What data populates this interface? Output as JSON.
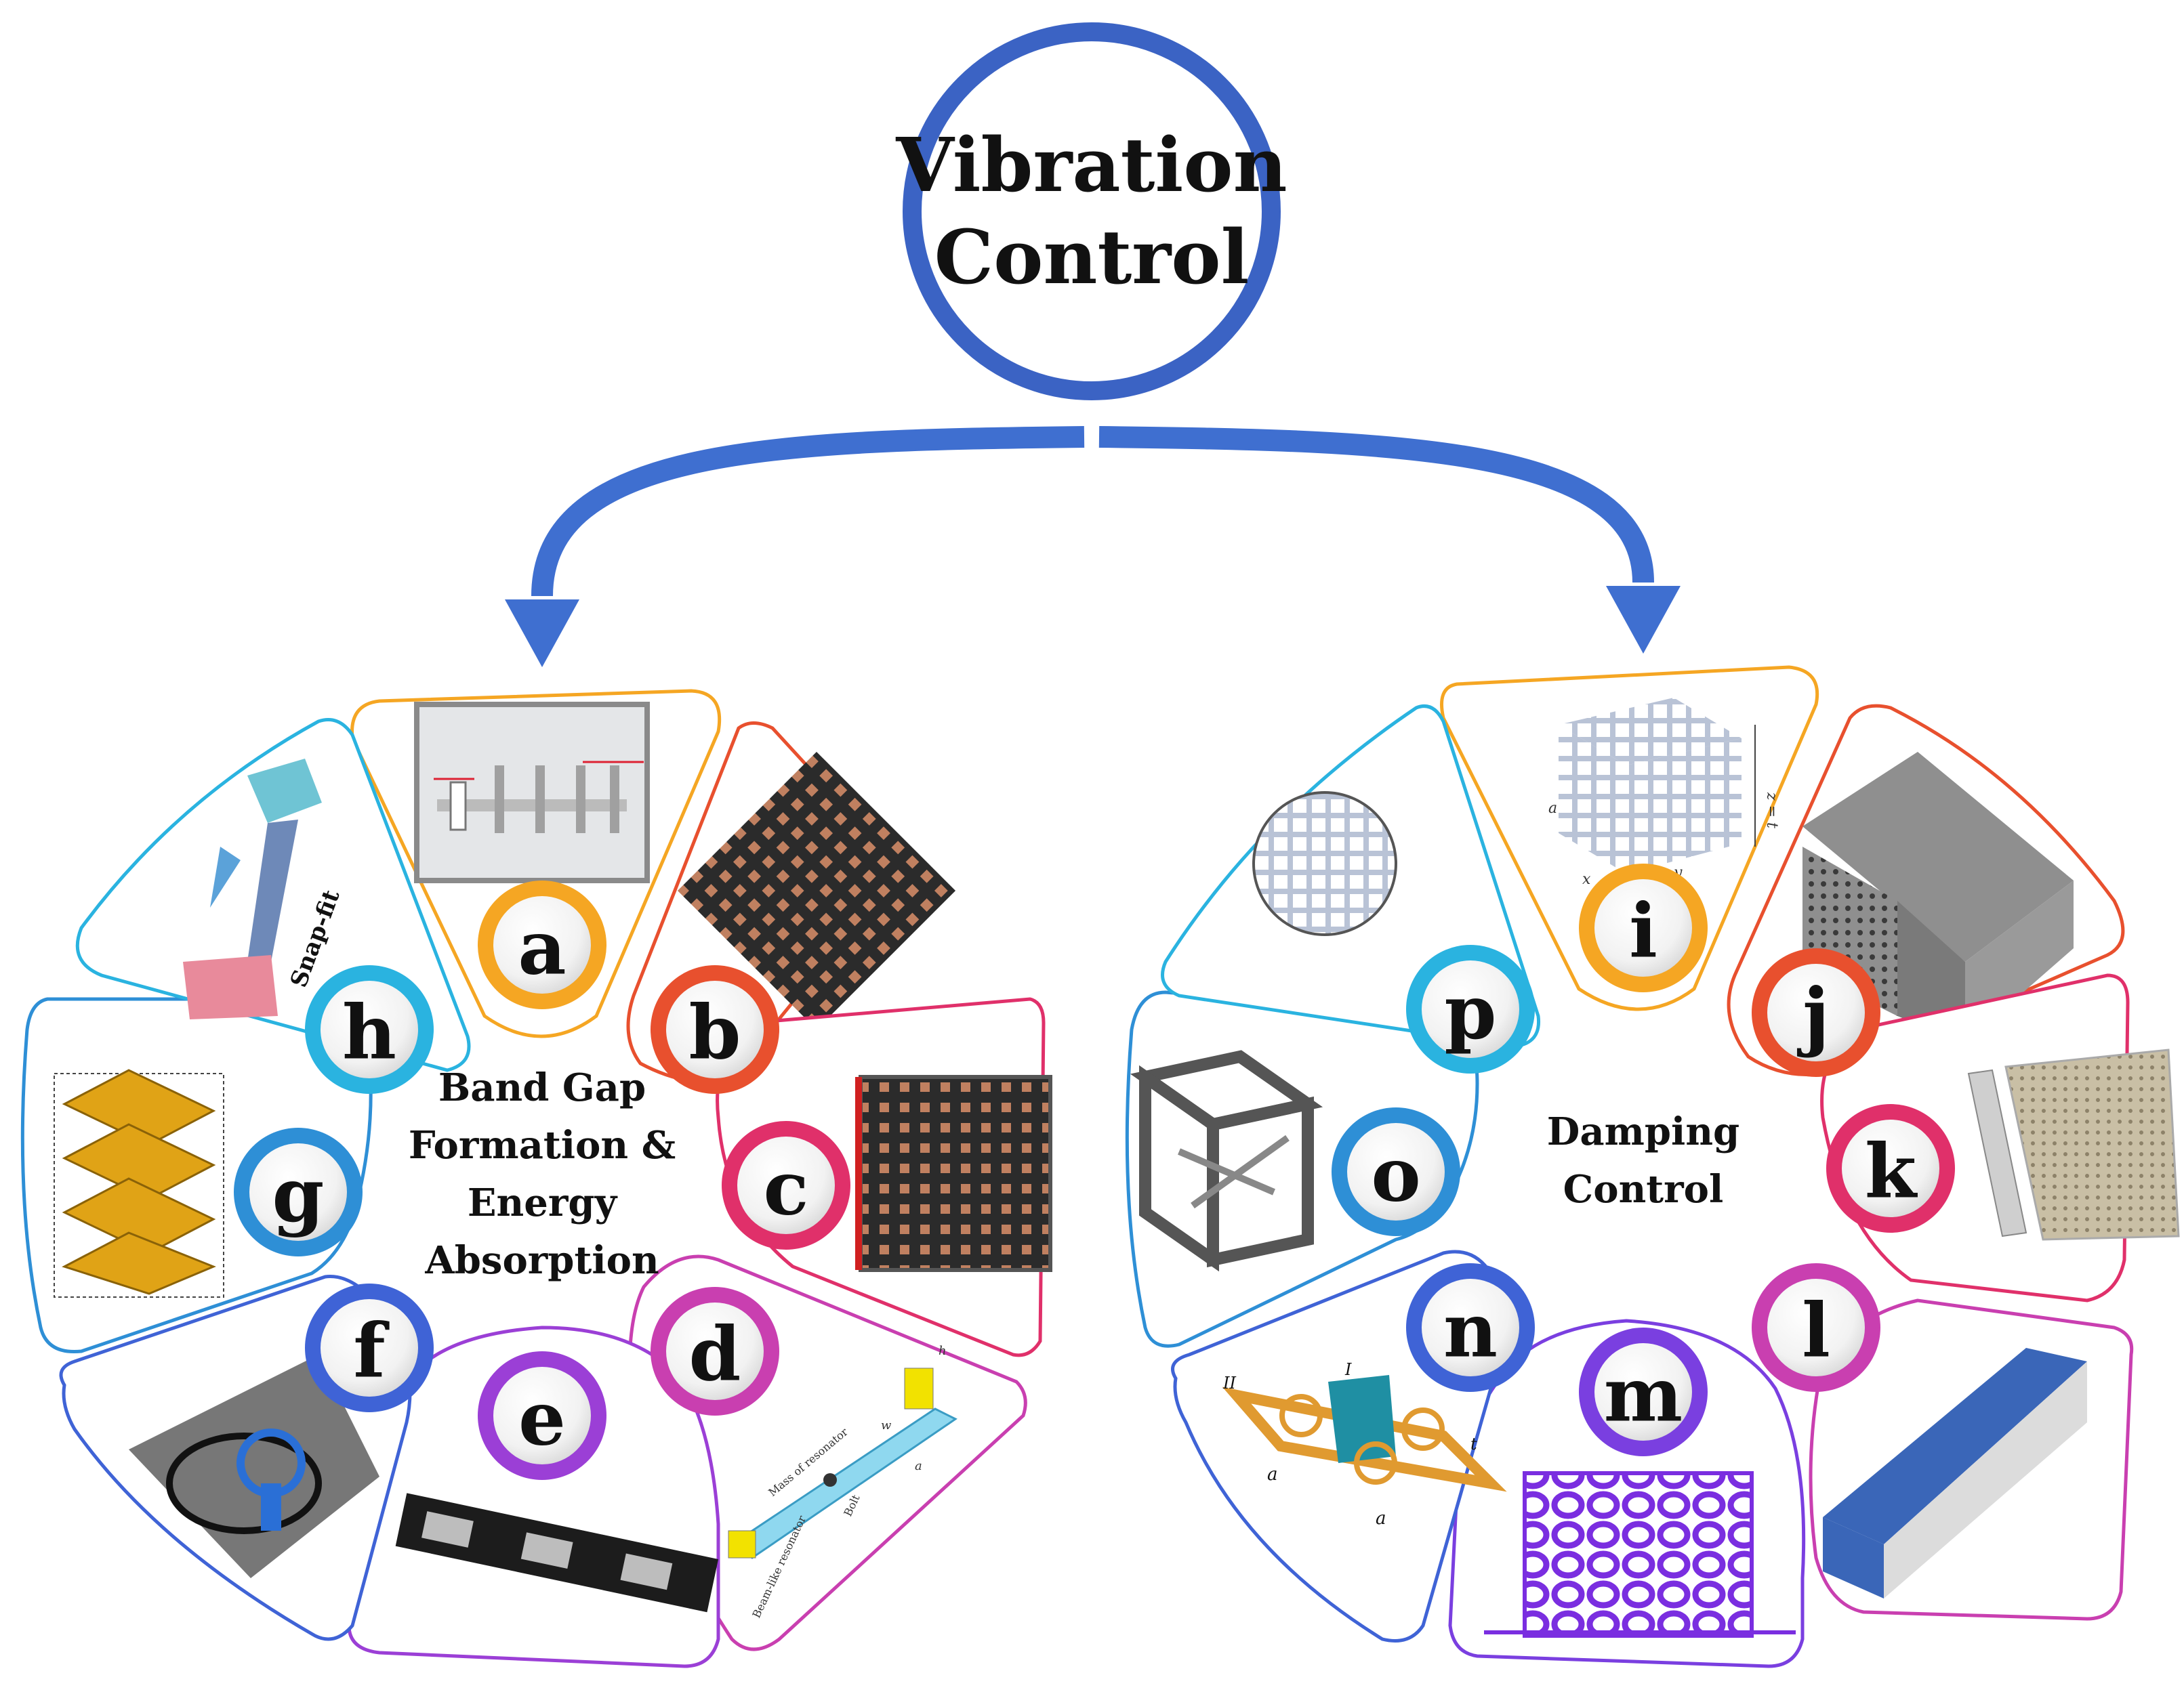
{
  "title": {
    "line1": "Vibration",
    "line2": "Control"
  },
  "left_group": {
    "label_lines": [
      "Band Gap",
      "Formation &",
      "Energy",
      "Absorption"
    ],
    "inset_text": "Snap-fit"
  },
  "right_group": {
    "label_lines": [
      "Damping",
      "Control"
    ],
    "inset_labels": {
      "i": [
        "a",
        "x",
        "y",
        "z = t"
      ],
      "n": [
        "I",
        "II",
        "a",
        "a",
        "t"
      ],
      "d": [
        "Mass of resonator",
        "Beam-like resonator",
        "Bolt",
        "w",
        "a",
        "h"
      ]
    }
  },
  "colors": {
    "title_ring": "#3b63c4",
    "arrow": "#3f6fd0",
    "a": "#f5a623",
    "b": "#e8502e",
    "c": "#e0306a",
    "d": "#c93fb0",
    "e": "#9b3fd6",
    "f": "#3f63d6",
    "g": "#2e8fd6",
    "h": "#2ab3e0",
    "i": "#f5a623",
    "j": "#e8502e",
    "k": "#e0306a",
    "l": "#c93fb0",
    "m": "#7a3fe0",
    "n": "#3f63d6",
    "o": "#2e8fd6",
    "p": "#2ab3e0"
  },
  "panels": [
    {
      "id": "a",
      "letter": "a"
    },
    {
      "id": "b",
      "letter": "b"
    },
    {
      "id": "c",
      "letter": "c"
    },
    {
      "id": "d",
      "letter": "d"
    },
    {
      "id": "e",
      "letter": "e"
    },
    {
      "id": "f",
      "letter": "f"
    },
    {
      "id": "g",
      "letter": "g"
    },
    {
      "id": "h",
      "letter": "h"
    },
    {
      "id": "i",
      "letter": "i"
    },
    {
      "id": "j",
      "letter": "j"
    },
    {
      "id": "k",
      "letter": "k"
    },
    {
      "id": "l",
      "letter": "l"
    },
    {
      "id": "m",
      "letter": "m"
    },
    {
      "id": "n",
      "letter": "n"
    },
    {
      "id": "o",
      "letter": "o"
    },
    {
      "id": "p",
      "letter": "p"
    }
  ]
}
